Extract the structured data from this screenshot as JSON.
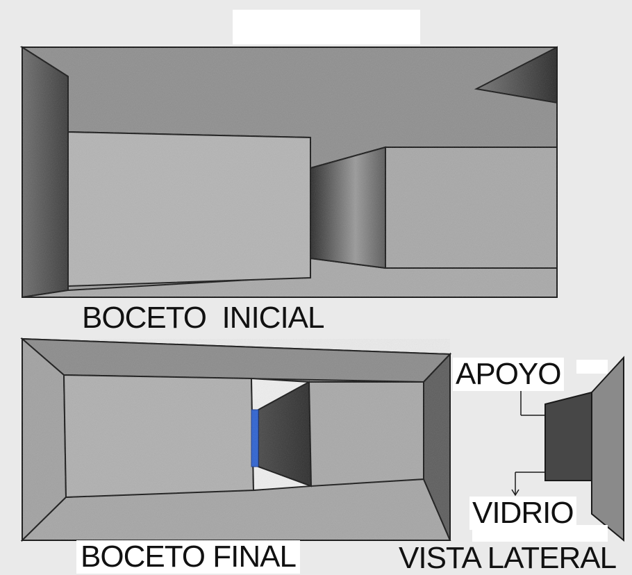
{
  "labels": {
    "initial": "BOCETO  INICIAL",
    "final": "BOCETO FINAL",
    "side": "VISTA LATERAL",
    "support": "APOYO",
    "glass": "VIDRIO"
  },
  "colors": {
    "paper": "#eaeaea",
    "pencil_dark": "#3a3a3a",
    "pencil_mid": "#8c8c8c",
    "pencil_light": "#bdbdbd",
    "glass_blue": "#2f63d1",
    "label_patch": "#ffffff"
  }
}
